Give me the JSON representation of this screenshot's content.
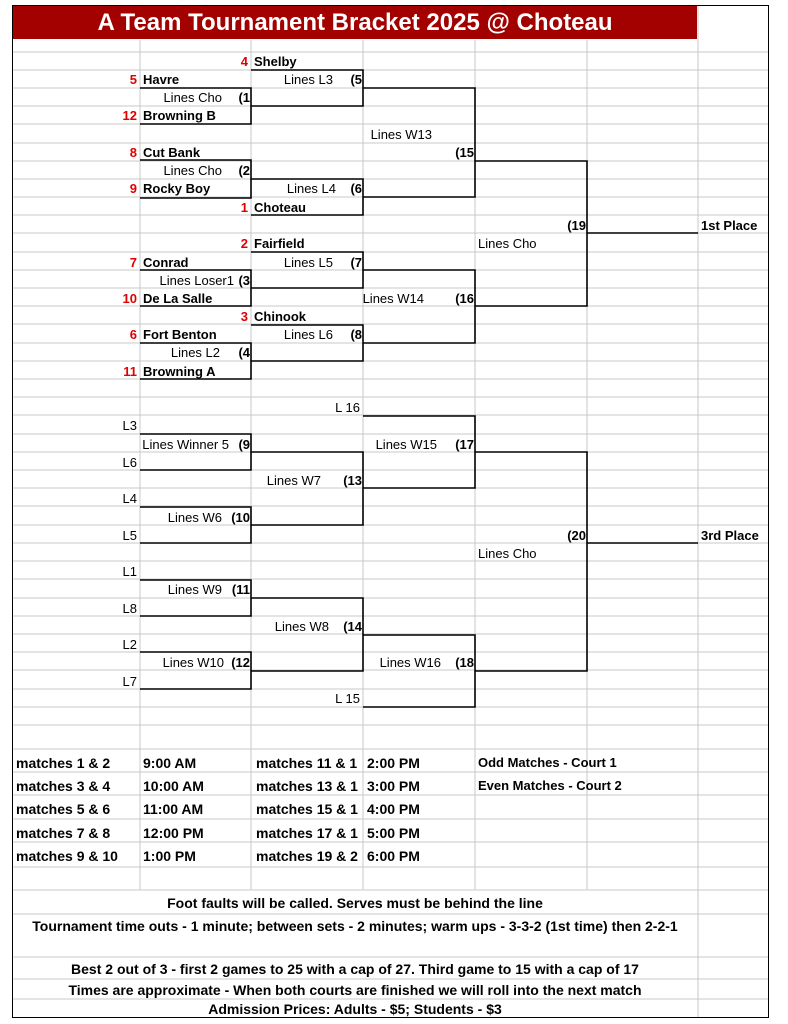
{
  "title": "A Team Tournament Bracket 2025 @ Choteau",
  "bracket": {
    "teams": [
      {
        "seed": "4",
        "name": "Shelby"
      },
      {
        "seed": "5",
        "name": "Havre"
      },
      {
        "seed": "12",
        "name": "Browning B"
      },
      {
        "seed": "8",
        "name": "Cut Bank"
      },
      {
        "seed": "9",
        "name": "Rocky Boy"
      },
      {
        "seed": "1",
        "name": "Choteau"
      },
      {
        "seed": "2",
        "name": "Fairfield"
      },
      {
        "seed": "7",
        "name": "Conrad"
      },
      {
        "seed": "10",
        "name": "De La Salle"
      },
      {
        "seed": "3",
        "name": "Chinook"
      },
      {
        "seed": "6",
        "name": "Fort Benton"
      },
      {
        "seed": "11",
        "name": "Browning A"
      }
    ],
    "lines": [
      "Lines L3",
      "Lines Cho",
      "Lines W13",
      "Lines Cho",
      "Lines L4",
      "Lines Cho",
      "Lines L5",
      "Lines Loser1",
      "Lines W14",
      "Lines L6",
      "Lines L2",
      "L 16",
      "Lines Winner 5",
      "Lines W15",
      "Lines W7",
      "Lines W6",
      "Lines Cho",
      "Lines W9",
      "Lines W8",
      "Lines W10",
      "Lines W16",
      "L 15"
    ],
    "matches": [
      "(5",
      "(1",
      "(15",
      "(2",
      "(6",
      "(19",
      "(7",
      "(3",
      "(16",
      "(8",
      "(4",
      "(9",
      "(17",
      "(13",
      "(10",
      "(20",
      "(11",
      "(14",
      "(12",
      "(18"
    ],
    "places": [
      "1st Place",
      "3rd Place"
    ],
    "slots": [
      "L3",
      "L6",
      "L4",
      "L5",
      "L1",
      "L8",
      "L2",
      "L7"
    ]
  },
  "schedule": [
    {
      "left": "matches 1 & 2",
      "left_time": "9:00 AM",
      "right": "matches 11 & 1",
      "right_time": "2:00 PM",
      "note": "Odd Matches - Court 1"
    },
    {
      "left": "matches 3 & 4",
      "left_time": "10:00 AM",
      "right": "matches 13 & 1",
      "right_time": "3:00 PM",
      "note": "Even Matches - Court 2"
    },
    {
      "left": "matches 5 & 6",
      "left_time": "11:00 AM",
      "right": "matches 15 & 1",
      "right_time": "4:00 PM",
      "note": ""
    },
    {
      "left": "matches 7 & 8",
      "left_time": "12:00 PM",
      "right": "matches 17 & 1",
      "right_time": "5:00 PM",
      "note": ""
    },
    {
      "left": "matches 9 & 10",
      "left_time": "1:00 PM",
      "right": "matches 19 & 2",
      "right_time": "6:00 PM",
      "note": ""
    }
  ],
  "rules": [
    "Foot faults will be called. Serves must be behind the line",
    "Tournament time outs - 1 minute; between sets - 2 minutes; warm ups - 3-3-2 (1st time) then 2-2-1",
    "Best 2 out of 3 - first 2 games to 25 with a cap of 27. Third game to 15 with a cap of 17",
    "Times are approximate - When both courts are finished we will roll into the next match",
    "Admission Prices: Adults - $5; Students - $3"
  ]
}
